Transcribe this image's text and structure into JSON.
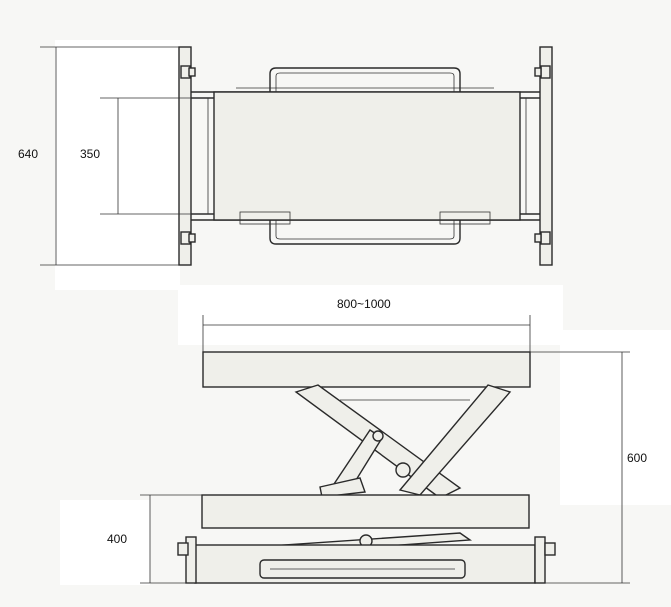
{
  "dimensions": {
    "top_view_length": "640",
    "top_view_inner": "350",
    "table_width": "800~1000",
    "max_height": "600",
    "min_height": "400"
  }
}
